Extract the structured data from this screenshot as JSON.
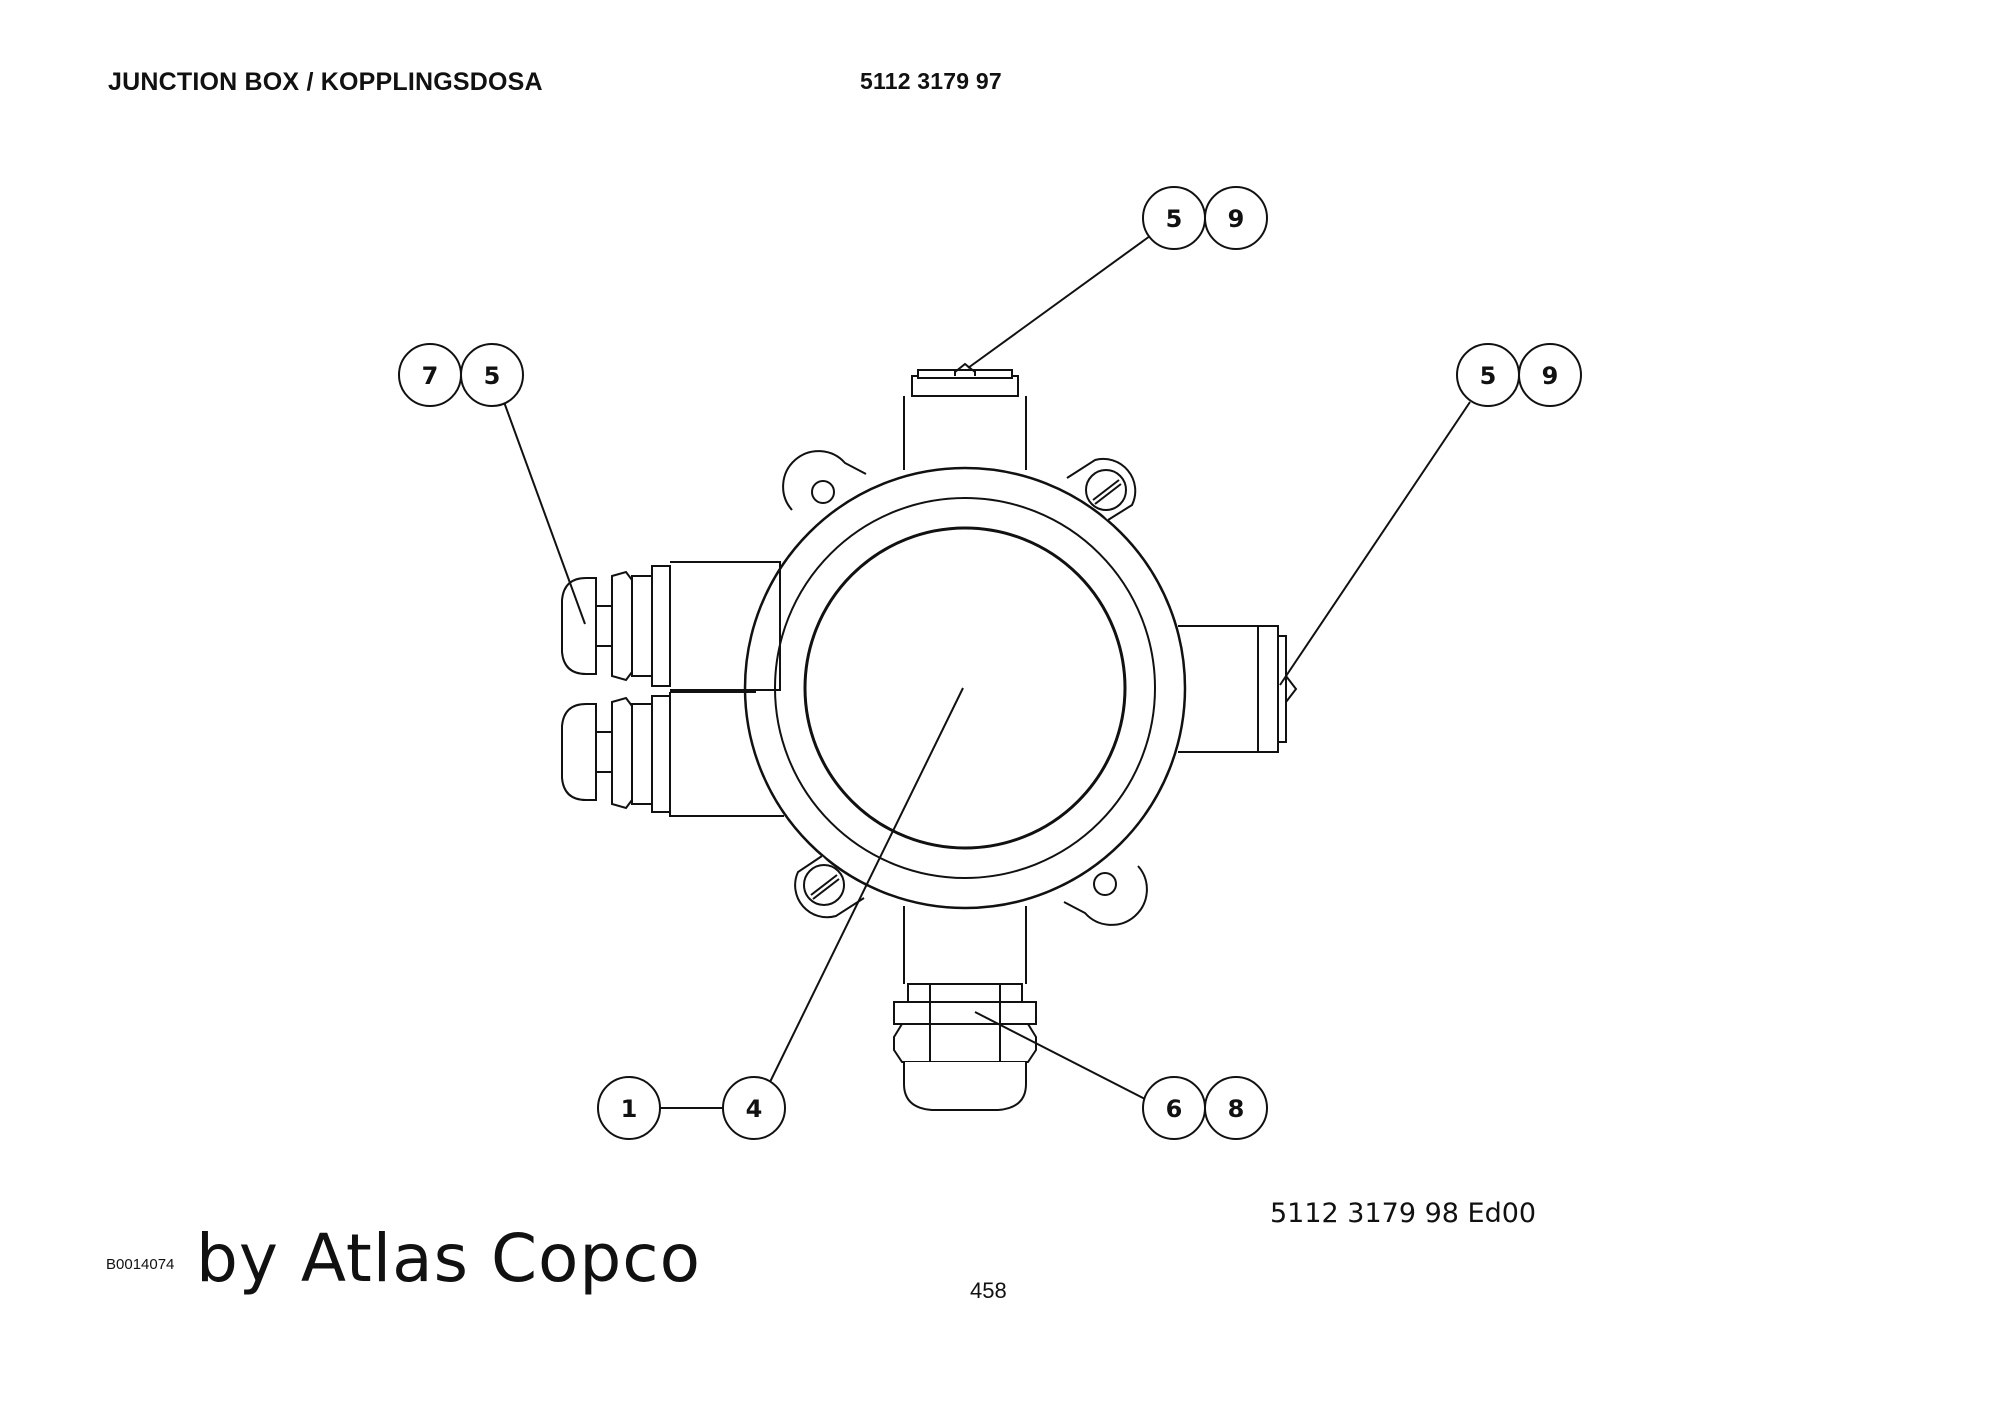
{
  "header": {
    "title": "JUNCTION BOX / KOPPLINGSDOSA",
    "part_number": "5112 3179 97"
  },
  "callouts": {
    "top": [
      "5",
      "9"
    ],
    "left": [
      "7",
      "5"
    ],
    "right": [
      "5",
      "9"
    ],
    "bottom_left": [
      "1",
      "4"
    ],
    "bottom_right": [
      "6",
      "8"
    ]
  },
  "footer": {
    "edition": "5112 3179 98  Ed00",
    "doc_id": "B0014074",
    "brand": "by Atlas Copco",
    "page_number": "458"
  }
}
